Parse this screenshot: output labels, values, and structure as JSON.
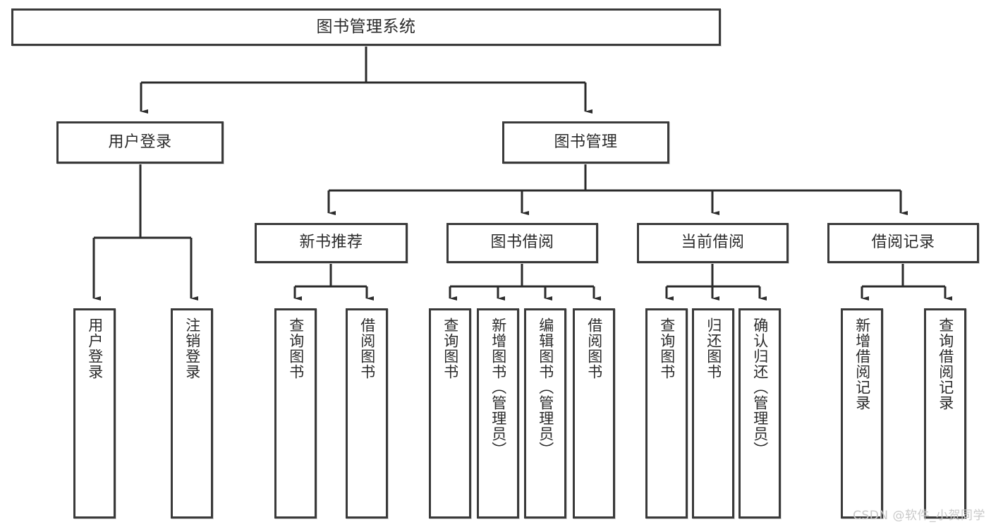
{
  "diagram": {
    "type": "tree-hierarchy",
    "title": "图书管理系统",
    "orientation": "top-down",
    "watermark": "CSDN @软件_小贺同学",
    "colors": {
      "border": "#3a3a3a",
      "background": "#ffffff",
      "text": "#2b2b2b",
      "connector": "#2b2b2b",
      "watermark": "#c9c9c9"
    },
    "levels": {
      "root": {
        "label": "图书管理系统"
      },
      "level2": [
        {
          "label": "用户登录"
        },
        {
          "label": "图书管理"
        }
      ],
      "level3": [
        {
          "label": "新书推荐"
        },
        {
          "label": "图书借阅"
        },
        {
          "label": "当前借阅"
        },
        {
          "label": "借阅记录"
        }
      ]
    },
    "leaves": {
      "user_login": [
        {
          "label": "用户登录"
        },
        {
          "label": "注销登录"
        }
      ],
      "new_book_recommend": [
        {
          "label": "查询图书"
        },
        {
          "label": "借阅图书"
        }
      ],
      "book_borrow": [
        {
          "label": "查询图书"
        },
        {
          "label": "新增图书（管理员）"
        },
        {
          "label": "编辑图书（管理员）"
        },
        {
          "label": "借阅图书"
        }
      ],
      "current_borrow": [
        {
          "label": "查询图书"
        },
        {
          "label": "归还图书"
        },
        {
          "label": "确认归还（管理员）"
        }
      ],
      "borrow_record": [
        {
          "label": "新增借阅记录"
        },
        {
          "label": "查询借阅记录"
        }
      ]
    }
  }
}
